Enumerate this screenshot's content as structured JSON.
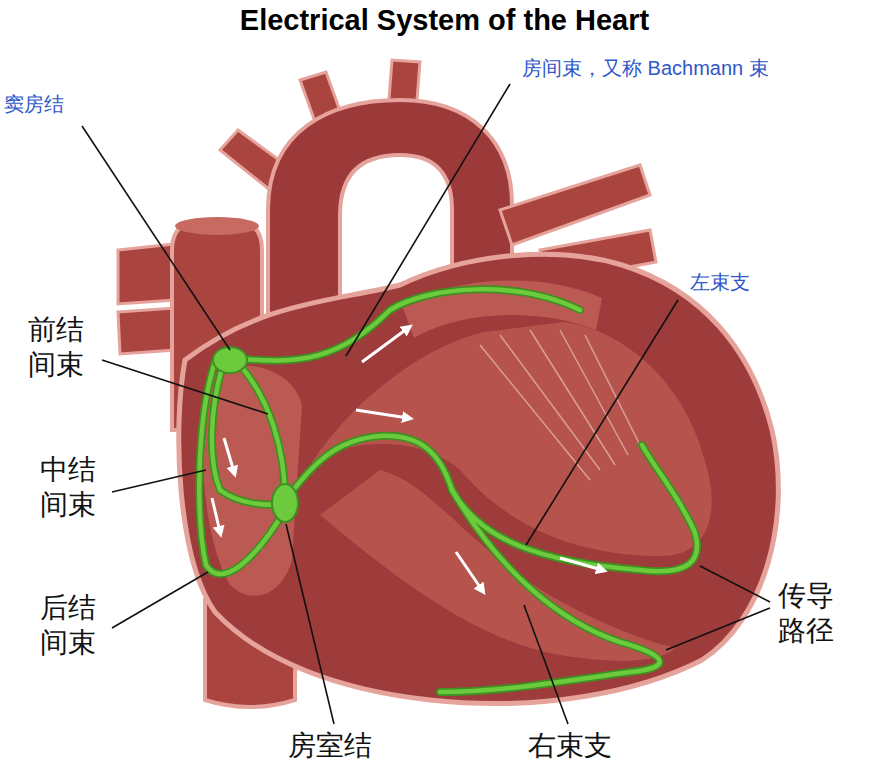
{
  "diagram": {
    "title": "Electrical System of the Heart",
    "labels": [
      "窦房结",
      "房间束，又称 Bachmann 束",
      "左束支",
      "前结 间束",
      "中结 间束",
      "后结 间束",
      "房室结",
      "右束支",
      "传导 路径"
    ]
  }
}
